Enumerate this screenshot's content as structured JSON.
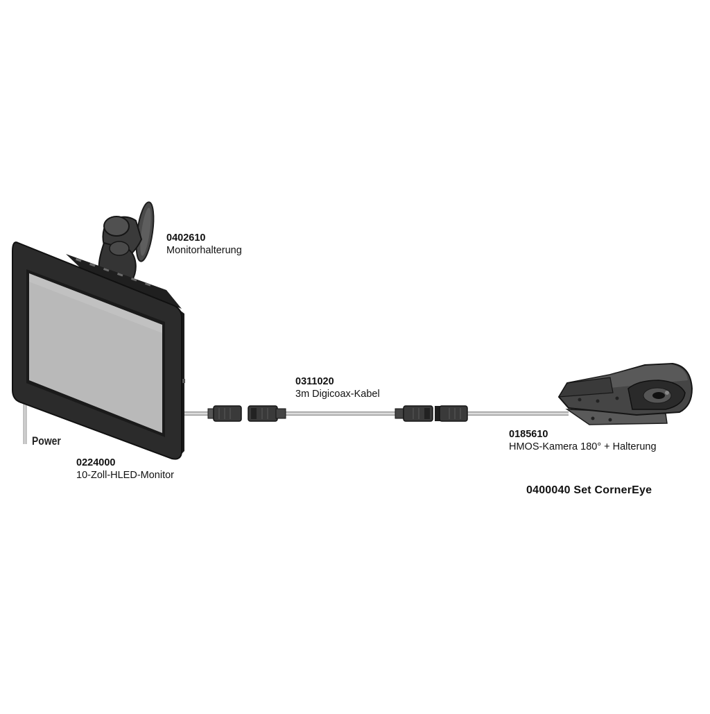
{
  "components": {
    "mount": {
      "code": "0402610",
      "description": "Monitorhalterung"
    },
    "cable": {
      "code": "0311020",
      "description": "3m Digicoax-Kabel"
    },
    "camera": {
      "code": "0185610",
      "description": "HMOS-Kamera 180° + Halterung"
    },
    "monitor": {
      "code": "0224000",
      "description": "10-Zoll-HLED-Monitor"
    }
  },
  "power_label": "Power",
  "set_title": "0400040 Set CornerEye",
  "colors": {
    "housing": "#2b2b2b",
    "screen": "#b9b9b9",
    "cable": "#c9c9c9",
    "connector": "#3a3a3a",
    "camera_body": "#454545"
  }
}
